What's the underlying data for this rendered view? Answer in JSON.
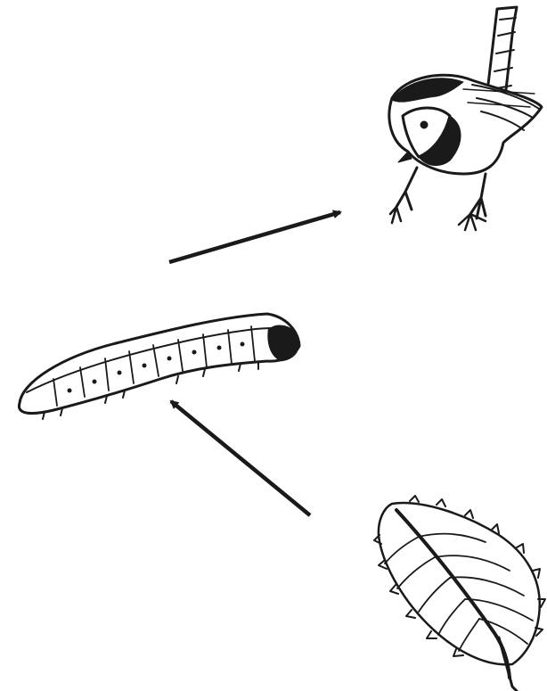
{
  "diagram": {
    "kind": "food-chain",
    "organisms": [
      {
        "id": "leaf",
        "icon": "leaf-icon"
      },
      {
        "id": "caterpillar",
        "icon": "caterpillar-icon"
      },
      {
        "id": "bird",
        "icon": "blue-tit-icon"
      }
    ],
    "links": [
      {
        "from": "leaf",
        "to": "caterpillar"
      },
      {
        "from": "caterpillar",
        "to": "bird"
      }
    ]
  },
  "colors": {
    "ink": "#1a1a1a",
    "background": "#ffffff"
  }
}
